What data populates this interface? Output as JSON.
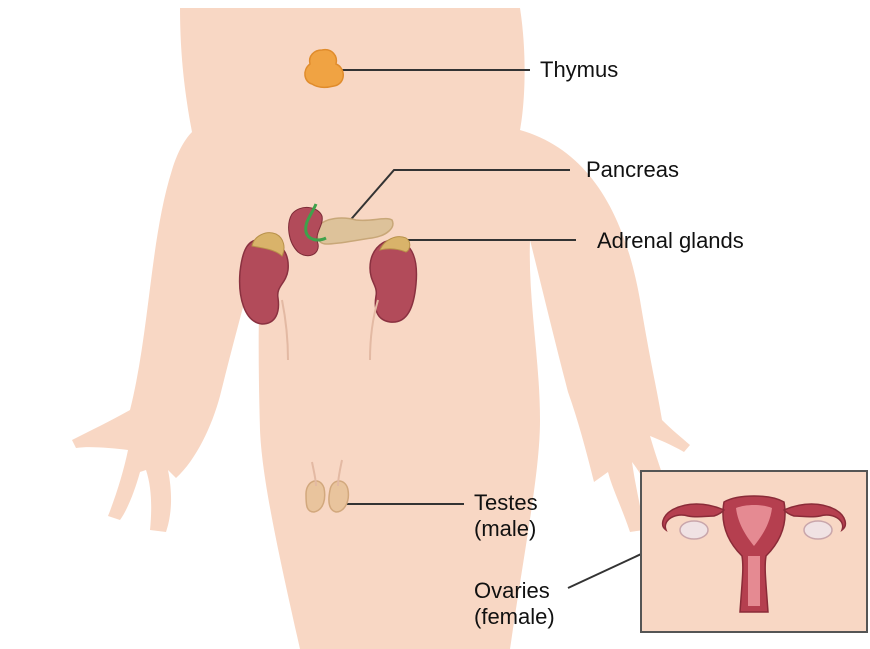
{
  "labels": {
    "thymus": "Thymus",
    "pancreas": "Pancreas",
    "adrenal": "Adrenal glands",
    "testes_line1": "Testes",
    "testes_line2": "(male)",
    "ovaries_line1": "Ovaries",
    "ovaries_line2": "(female)"
  },
  "colors": {
    "skin": "#f8d7c4",
    "skin_shadow": "#f0c7b0",
    "kidney": "#b24b5a",
    "adrenal": "#d9b36a",
    "thymus": "#f0a343",
    "pancreas": "#ddc29a",
    "duct": "#3fa14b",
    "uterus": "#b53f4f",
    "ovary": "#f0e2e4",
    "leader_line": "#333333"
  }
}
